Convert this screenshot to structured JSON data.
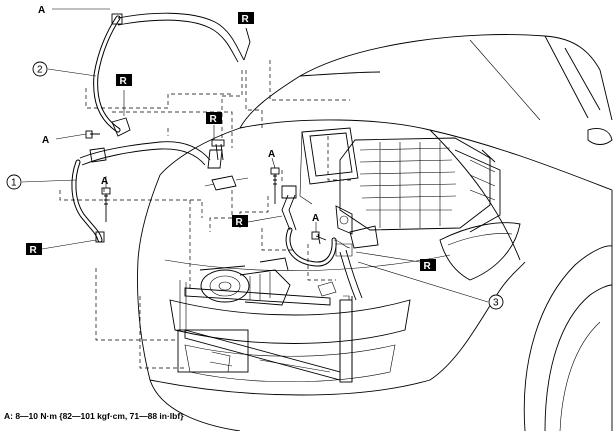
{
  "labels": {
    "a": "A",
    "r": "R",
    "n1": "1",
    "n2": "2",
    "n3": "3"
  },
  "torque_note": "A: 8—10 N·m {82—101 kgf·cm, 71—88 in·lbf}"
}
